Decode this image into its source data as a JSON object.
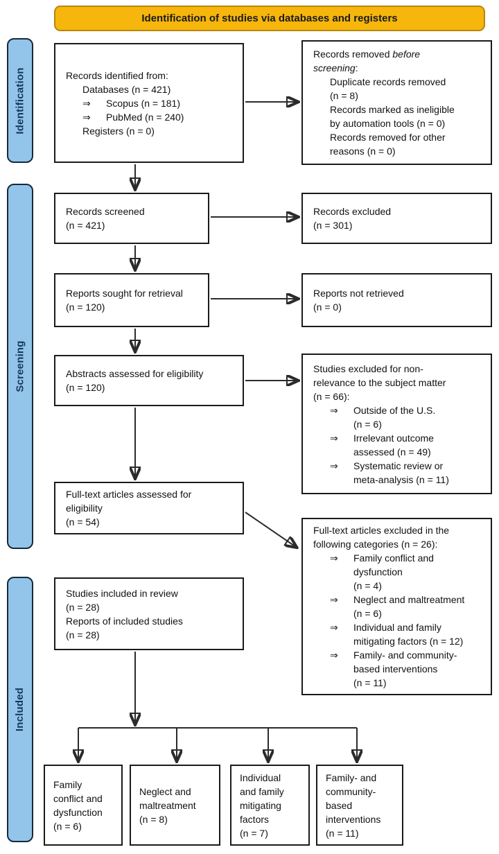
{
  "banner": {
    "label": "Identification of studies via databases and registers"
  },
  "stages": [
    {
      "label": "Identification"
    },
    {
      "label": "Screening"
    },
    {
      "label": "Included"
    }
  ],
  "colors": {
    "banner_bg": "#F6B60B",
    "banner_border": "#B8860B",
    "banner_text": "#1A1A1A",
    "stage_bg": "#92C5E9",
    "stage_border": "#16293B",
    "stage_text": "#17375E",
    "box_bg": "#FFFFFF",
    "box_border": "#1A1A1A",
    "arrow_color": "#2B2B2B",
    "text_color": "#111111"
  },
  "boxes": {
    "identified": {
      "lines": [
        {
          "t": "Records identified from:"
        },
        {
          "t": "Databases (n = 421)",
          "ind": 1
        },
        {
          "seg": [
            {
              "t": "⇒",
              "arr": true
            },
            {
              "t": "Scopus (n = 181)"
            }
          ],
          "ind": 1
        },
        {
          "seg": [
            {
              "t": "⇒",
              "arr": true
            },
            {
              "t": "PubMed (n = 240)"
            }
          ],
          "ind": 1
        },
        {
          "t": "Registers (n = 0)",
          "ind": 1
        }
      ]
    },
    "removed": {
      "lines": [
        {
          "seg": [
            {
              "t": "Records removed "
            },
            {
              "t": "before",
              "em": true
            }
          ]
        },
        {
          "seg": [
            {
              "t": "screening",
              "em": true
            },
            {
              "t": ":"
            }
          ]
        },
        {
          "t": "Duplicate records removed",
          "ind": 1
        },
        {
          "t": "(n = 8)",
          "ind": 1
        },
        {
          "t": "Records marked as ineligible",
          "ind": 1
        },
        {
          "t": "by automation tools (n = 0)",
          "ind": 1
        },
        {
          "t": "Records removed for other",
          "ind": 1
        },
        {
          "t": "reasons (n = 0)",
          "ind": 1
        }
      ]
    },
    "screened": {
      "lines": [
        {
          "t": "Records screened"
        },
        {
          "t": "(n = 421)"
        }
      ]
    },
    "excluded": {
      "lines": [
        {
          "t": "Records excluded"
        },
        {
          "t": "(n = 301)"
        }
      ]
    },
    "sought": {
      "lines": [
        {
          "t": "Reports sought for retrieval"
        },
        {
          "t": "(n = 120)"
        }
      ]
    },
    "not_retrieved": {
      "lines": [
        {
          "t": "Reports not retrieved"
        },
        {
          "t": "(n = 0)"
        }
      ]
    },
    "abstracts": {
      "lines": [
        {
          "t": "Abstracts assessed for eligibility"
        },
        {
          "t": "(n = 120)"
        }
      ]
    },
    "excluded_nonrelevance": {
      "lines": [
        {
          "t": "Studies excluded for non-"
        },
        {
          "t": "relevance to the subject matter"
        },
        {
          "t": "(n = 66):"
        },
        {
          "seg": [
            {
              "t": "⇒",
              "arr": true
            },
            {
              "t": "Outside of the U.S."
            }
          ],
          "ind": 1
        },
        {
          "t": "(n = 6)",
          "ind": 3
        },
        {
          "seg": [
            {
              "t": "⇒",
              "arr": true
            },
            {
              "t": "Irrelevant outcome"
            }
          ],
          "ind": 1
        },
        {
          "t": "assessed (n = 49)",
          "ind": 3
        },
        {
          "seg": [
            {
              "t": "⇒",
              "arr": true
            },
            {
              "t": "Systematic review or"
            }
          ],
          "ind": 1
        },
        {
          "t": "meta-analysis (n = 11)",
          "ind": 3
        }
      ]
    },
    "fulltext": {
      "lines": [
        {
          "t": "Full-text articles assessed for"
        },
        {
          "t": "eligibility"
        },
        {
          "t": "(n = 54)"
        }
      ]
    },
    "fulltext_excluded": {
      "lines": [
        {
          "t": "Full-text articles excluded in the"
        },
        {
          "t": "following categories (n = 26):"
        },
        {
          "seg": [
            {
              "t": "⇒",
              "arr": true
            },
            {
              "t": "Family conflict and"
            }
          ],
          "ind": 1
        },
        {
          "t": "dysfunction",
          "ind": 3
        },
        {
          "t": "(n = 4)",
          "ind": 3
        },
        {
          "seg": [
            {
              "t": "⇒",
              "arr": true
            },
            {
              "t": "Neglect and maltreatment"
            }
          ],
          "ind": 1
        },
        {
          "t": "(n = 6)",
          "ind": 3
        },
        {
          "seg": [
            {
              "t": "⇒",
              "arr": true
            },
            {
              "t": "Individual and family"
            }
          ],
          "ind": 1
        },
        {
          "t": "mitigating factors (n = 12)",
          "ind": 3
        },
        {
          "seg": [
            {
              "t": "⇒",
              "arr": true
            },
            {
              "t": "Family- and community-"
            }
          ],
          "ind": 1
        },
        {
          "t": "based interventions",
          "ind": 3
        },
        {
          "t": "(n = 11)",
          "ind": 3
        }
      ]
    },
    "included_review": {
      "lines": [
        {
          "t": "Studies included in review"
        },
        {
          "t": "(n = 28)"
        },
        {
          "t": "Reports of included studies"
        },
        {
          "t": "(n = 28)"
        }
      ]
    },
    "final": [
      {
        "lines": [
          {
            "t": "Family"
          },
          {
            "t": "conflict and"
          },
          {
            "t": "dysfunction"
          },
          {
            "t": "(n = 6)"
          }
        ]
      },
      {
        "lines": [
          {
            "t": "Neglect and"
          },
          {
            "t": "maltreatment"
          },
          {
            "t": "(n = 8)"
          }
        ]
      },
      {
        "lines": [
          {
            "t": "Individual"
          },
          {
            "t": "and family"
          },
          {
            "t": "mitigating"
          },
          {
            "t": "factors"
          },
          {
            "t": "(n = 7)"
          }
        ]
      },
      {
        "lines": [
          {
            "t": "Family- and"
          },
          {
            "t": "community-"
          },
          {
            "t": "based"
          },
          {
            "t": "interventions"
          },
          {
            "t": "(n = 11)"
          }
        ]
      }
    ]
  }
}
